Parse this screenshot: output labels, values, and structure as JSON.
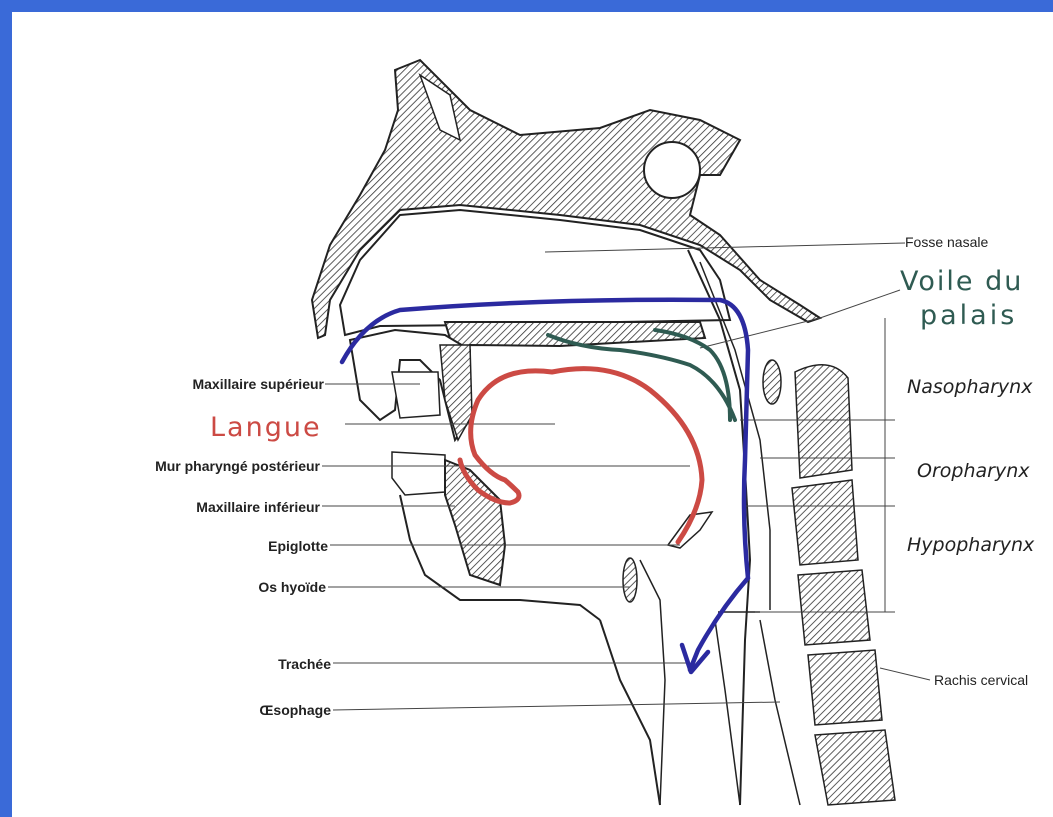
{
  "labels_left": [
    "Maxillaire supérieur",
    "Mur pharyngé postérieur",
    "Maxillaire inférieur",
    "Epiglotte",
    "Os hyoïde",
    "Trachée",
    "Œsophage"
  ],
  "labels_right": {
    "fosse_nasale": "Fosse nasale",
    "nasopharynx": "Nasopharynx",
    "oropharynx": "Oropharynx",
    "hypopharynx": "Hypopharynx",
    "rachis": "Rachis cervical"
  },
  "handwritten": {
    "voile_line1": "Voile du",
    "voile_line2": "palais",
    "langue": "Langue"
  },
  "colors": {
    "background": "#3a6ad8",
    "blue_path": "#2b2aa0",
    "red_tongue": "#cc4a44",
    "green_voile": "#2f5b52"
  }
}
